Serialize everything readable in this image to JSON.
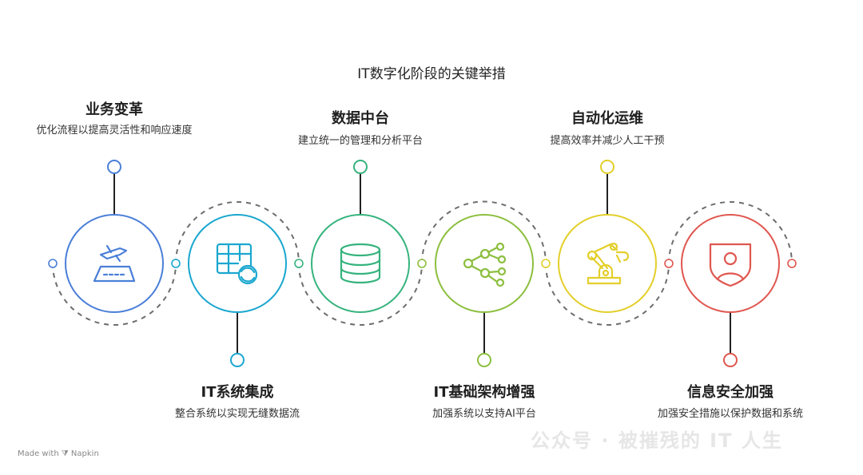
{
  "title": "IT数字化阶段的关键举措",
  "steps": [
    {
      "title": "业务变革",
      "desc": "优化流程以提高灵活性和响应速度",
      "icon": "airplane-landing-icon",
      "color": "#4a7fd8"
    },
    {
      "title": "IT系统集成",
      "desc": "整合系统以实现无缝数据流",
      "icon": "table-sync-icon",
      "color": "#1aa7cf"
    },
    {
      "title": "数据中台",
      "desc": "建立统一的管理和分析平台",
      "icon": "database-icon",
      "color": "#36b37e"
    },
    {
      "title": "IT基础架构增强",
      "desc": "加强系统以支持AI平台",
      "icon": "network-icon",
      "color": "#8cbf3f"
    },
    {
      "title": "自动化运维",
      "desc": "提高效率并减少人工干预",
      "icon": "robot-arm-icon",
      "color": "#e3cf2a"
    },
    {
      "title": "信息安全加强",
      "desc": "加强安全措施以保护数据和系统",
      "icon": "shield-user-icon",
      "color": "#e0574f"
    }
  ],
  "footer": "Made with ⧩ Napkin",
  "watermark": "公众号 · 被摧残的 IT 人生"
}
